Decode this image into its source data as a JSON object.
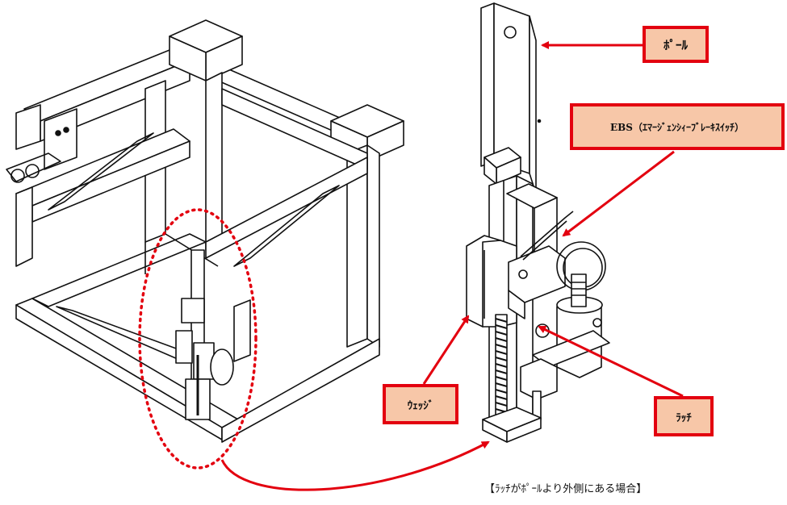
{
  "labels": {
    "pole": "ﾎﾟｰﾙ",
    "ebs": "EBS（ｴﾏｰｼﾞｪﾝｼｨｰﾌﾞﾚｰｷｽｲｯﾁ）",
    "wedge": "ｳｪｯｼﾞ",
    "latch": "ﾗｯﾁ"
  },
  "caption": "【ﾗｯﾁがﾎﾟｰﾙより外側にある場合】",
  "colors": {
    "label_fill": "#f7c7a8",
    "label_border": "#e3000f",
    "arrow": "#e3000f",
    "highlight": "#e3000f",
    "line_art": "#111111"
  }
}
